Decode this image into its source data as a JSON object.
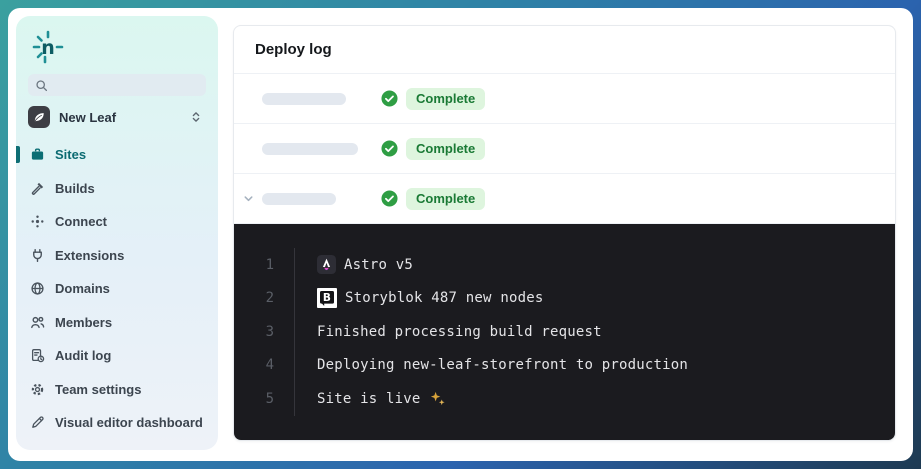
{
  "colors": {
    "accent_teal": "#0d6e74",
    "success_green": "#2f9e44",
    "badge_bg": "#def5de",
    "badge_text": "#1a7a35",
    "terminal_bg": "#1b1b1f",
    "frame_gradient_start": "#3aa09f",
    "frame_gradient_end": "#1e3a52"
  },
  "sidebar": {
    "logo": {
      "letter": "n",
      "icon": "netlify-burst-logo"
    },
    "search": {
      "placeholder": "",
      "icon": "search-icon"
    },
    "team": {
      "name": "New Leaf",
      "icon": "leaf-icon",
      "toggle_icon": "sort-chevrons-icon"
    },
    "items": [
      {
        "label": "Sites",
        "icon": "briefcase-icon",
        "active": true
      },
      {
        "label": "Builds",
        "icon": "hammer-icon",
        "active": false
      },
      {
        "label": "Connect",
        "icon": "connect-dots-icon",
        "active": false
      },
      {
        "label": "Extensions",
        "icon": "plug-icon",
        "active": false
      },
      {
        "label": "Domains",
        "icon": "globe-icon",
        "active": false
      },
      {
        "label": "Members",
        "icon": "people-icon",
        "active": false
      },
      {
        "label": "Audit log",
        "icon": "document-clock-icon",
        "active": false
      },
      {
        "label": "Team settings",
        "icon": "gear-icon",
        "active": false
      },
      {
        "label": "Visual editor dashboard",
        "icon": "pencil-icon",
        "active": false
      }
    ]
  },
  "main": {
    "title": "Deploy log",
    "rows": [
      {
        "status": "Complete",
        "expanded": false
      },
      {
        "status": "Complete",
        "expanded": false
      },
      {
        "status": "Complete",
        "expanded": true
      }
    ],
    "terminal": {
      "lines": [
        {
          "num": "1",
          "icon": "astro-logo-icon",
          "text": "Astro v5"
        },
        {
          "num": "2",
          "icon": "storyblok-logo-icon",
          "text": "Storyblok 487 new nodes"
        },
        {
          "num": "3",
          "text": "Finished processing build request"
        },
        {
          "num": "4",
          "text": "Deploying new-leaf-storefront to production"
        },
        {
          "num": "5",
          "text": "Site is live",
          "trailing_icon": "sparkles-icon"
        }
      ]
    }
  }
}
